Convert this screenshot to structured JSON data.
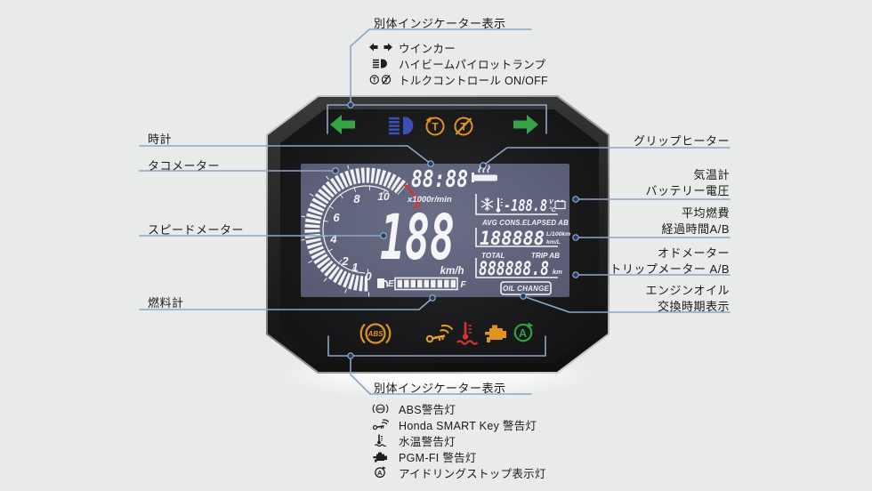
{
  "colors": {
    "background": "#e9eaea",
    "callout_line": "#8ca7c8",
    "callout_dot": "#1d3e66",
    "lcd_background": "#5f627b",
    "lcd_segment": "#f6f6f8",
    "redline": "#d23333",
    "turn_signal_green": "#36a34a",
    "high_beam_blue": "#3b4fb4",
    "warning_orange": "#e09420",
    "idle_stop_green": "#2fa344"
  },
  "top_callout": {
    "title": "別体インジケーター表示",
    "items": [
      {
        "icon": "turn-signal-icon",
        "label": "ウインカー"
      },
      {
        "icon": "high-beam-icon",
        "label": "ハイビームパイロットランプ"
      },
      {
        "icon": "torque-control-icon",
        "label": "トルクコントロール ON/OFF"
      }
    ]
  },
  "left_labels": {
    "clock": "時計",
    "tachometer": "タコメーター",
    "speedometer": "スピードメーター",
    "fuel_gauge": "燃料計"
  },
  "right_labels": {
    "grip_heater": "グリップヒーター",
    "air_temp": "気温計",
    "battery_voltage": "バッテリー電圧",
    "avg_consumption": "平均燃費",
    "elapsed_time": "経過時間A/B",
    "odometer": "オドメーター",
    "trip_meter": "トリップメーター A/B",
    "engine_oil": "エンジンオイル",
    "oil_change_display": "交換時期表示"
  },
  "display": {
    "clock": "88:88",
    "tach": {
      "numbers": [
        "0",
        "1",
        "2",
        "4",
        "6",
        "8",
        "10"
      ],
      "unit": "x1000r/min"
    },
    "speed": {
      "value": "188",
      "unit": "km/h"
    },
    "fuel": {
      "empty": "E",
      "full": "F"
    },
    "temp_volt": {
      "value": "-188.8",
      "unit_top": "V",
      "unit_bottom": "°C"
    },
    "avg": {
      "label": "AVG CONS.ELAPSED AB",
      "value": "188888",
      "unit_top": "L/100km",
      "unit_bottom": "km/L"
    },
    "odo": {
      "label_left": "TOTAL",
      "label_right": "TRIP AB",
      "value": "888888.8",
      "unit": "km"
    },
    "oil_change": "OIL CHANGE"
  },
  "bottom_callout": {
    "title": "別体インジケーター表示",
    "items": [
      {
        "icon": "abs-warning-icon",
        "label": "ABS警告灯"
      },
      {
        "icon": "smart-key-warning-icon",
        "label": "Honda SMART Key 警告灯"
      },
      {
        "icon": "coolant-temp-warning-icon",
        "label": "水温警告灯"
      },
      {
        "icon": "pgm-fi-warning-icon",
        "label": "PGM-FI 警告灯"
      },
      {
        "icon": "idle-stop-icon",
        "label": "アイドリングストップ表示灯"
      }
    ]
  }
}
